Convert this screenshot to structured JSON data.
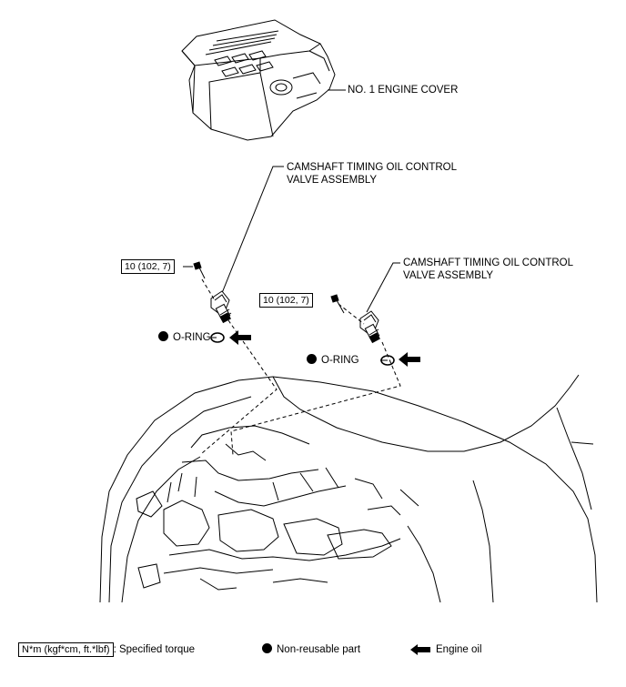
{
  "labels": {
    "engine_cover": "NO. 1 ENGINE COVER",
    "valve_1_line1": "CAMSHAFT TIMING OIL CONTROL",
    "valve_1_line2": "VALVE ASSEMBLY",
    "valve_2_line1": "CAMSHAFT TIMING OIL CONTROL",
    "valve_2_line2": "VALVE ASSEMBLY",
    "oring_1": "O-RING",
    "oring_2": "O-RING"
  },
  "torques": {
    "bolt_1": "10 (102, 7)",
    "bolt_2": "10 (102, 7)"
  },
  "legend": {
    "torque_unit": "N*m (kgf*cm, ft.*lbf)",
    "torque_text": ": Specified torque",
    "nonreusable_text": "Non-reusable part",
    "oil_text": "Engine oil"
  }
}
